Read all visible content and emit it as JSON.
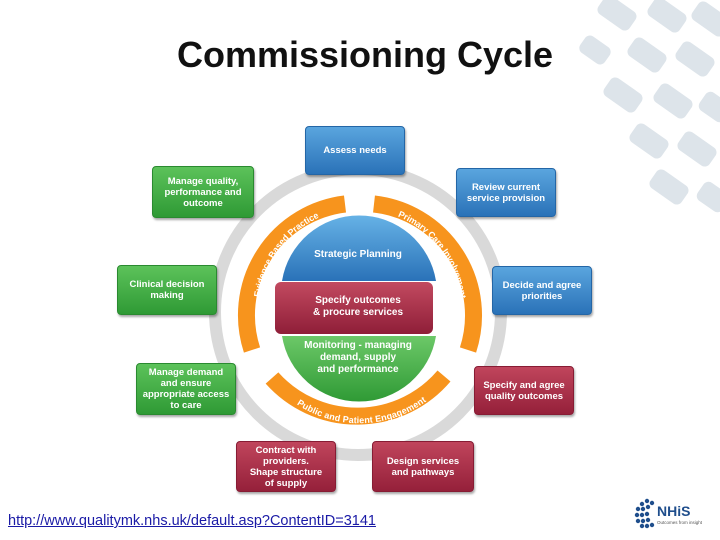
{
  "slide": {
    "title": "Commissioning Cycle",
    "link": "http://www.qualitymk.nhs.uk/default.asp?ContentID=3141"
  },
  "diagram": {
    "outer_boxes": [
      {
        "label": "Assess needs",
        "color": "blue"
      },
      {
        "label": "Review current\nservice provision",
        "color": "blue"
      },
      {
        "label": "Decide and agree\npriorities",
        "color": "blue"
      },
      {
        "label": "Specify and agree\nquality outcomes",
        "color": "red"
      },
      {
        "label": "Design services\nand pathways",
        "color": "red"
      },
      {
        "label": "Contract with\nproviders.\nShape structure\nof supply",
        "color": "red"
      },
      {
        "label": "Manage demand\nand ensure\nappropriate access\nto care",
        "color": "green"
      },
      {
        "label": "Clinical decision\nmaking",
        "color": "green"
      },
      {
        "label": "Manage quality,\nperformance and\noutcome",
        "color": "green"
      }
    ],
    "arc_labels": {
      "left": "Evidence Based Practice",
      "right": "Primary Care Involvement",
      "bottom": "Public and Patient Engagement"
    },
    "center": {
      "top": "Strategic Planning",
      "middle": "Specify outcomes\n& procure services",
      "bottom": "Monitoring - managing\ndemand, supply\nand performance"
    },
    "colors": {
      "blue": "#2f7fc4",
      "green": "#3aaa3f",
      "red": "#a02a45",
      "orange": "#f7941d",
      "ring": "#d9d9d9"
    }
  },
  "logo": {
    "text": "NHiS",
    "tagline": "Outcomes from insight"
  }
}
